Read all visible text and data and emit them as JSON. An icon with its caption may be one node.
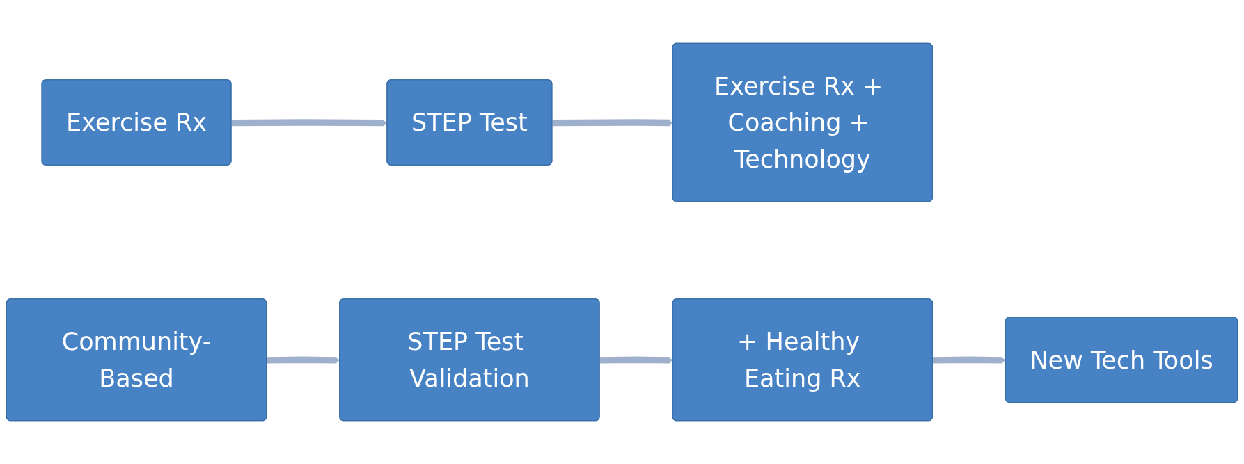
{
  "diagram": {
    "nodes": [
      {
        "text": [
          "Exercise Rx"
        ]
      },
      {
        "text": [
          "STEP Test"
        ]
      },
      {
        "text": [
          "Exercise Rx + Coaching + Technology"
        ]
      },
      {
        "text": [
          "Community-Based"
        ]
      },
      {
        "text": [
          "STEP Test Validation"
        ]
      },
      {
        "text": [
          "+ Healthy Eating Rx"
        ]
      },
      {
        "text": [
          "New Tech Tools"
        ]
      }
    ],
    "edges": [
      {
        "from": 0,
        "to": 1,
        "arrow": "to"
      },
      {
        "from": 1,
        "to": 2,
        "arrow": "to"
      },
      {
        "from": 3,
        "to": 4,
        "arrow": "to"
      },
      {
        "from": 4,
        "to": 5,
        "arrow": "to"
      },
      {
        "from": 5,
        "to": 6,
        "arrow": "to"
      }
    ]
  }
}
